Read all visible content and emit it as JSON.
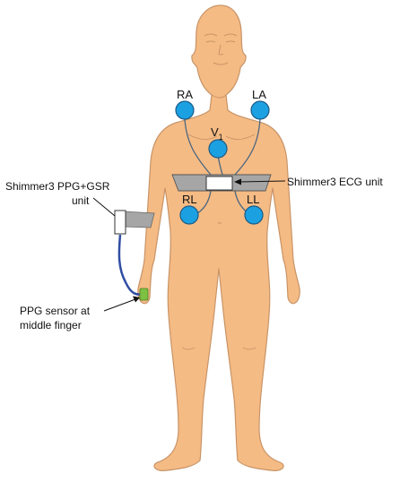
{
  "electrodes": [
    {
      "id": "ra",
      "label": "RA"
    },
    {
      "id": "la",
      "label": "LA"
    },
    {
      "id": "v1",
      "label": "V",
      "subscript": "1"
    },
    {
      "id": "rl",
      "label": "RL"
    },
    {
      "id": "ll",
      "label": "LL"
    }
  ],
  "callouts": {
    "ecg_unit": "Shimmer3 ECG unit",
    "ppg_gsr_line1": "Shimmer3 PPG+GSR",
    "ppg_gsr_line2": "unit",
    "ppg_sensor_line1": "PPG sensor at",
    "ppg_sensor_line2": "middle finger"
  },
  "colors": {
    "skin": "#f5bb84",
    "skin_outline": "#c89468",
    "electrode": "#1ba1e2",
    "electrode_outline": "#1c5a86",
    "lead_wire": "#4a6680",
    "strap": "#a6a6a6",
    "cable": "#2f4ea3",
    "finger_sensor": "#7cc142"
  }
}
